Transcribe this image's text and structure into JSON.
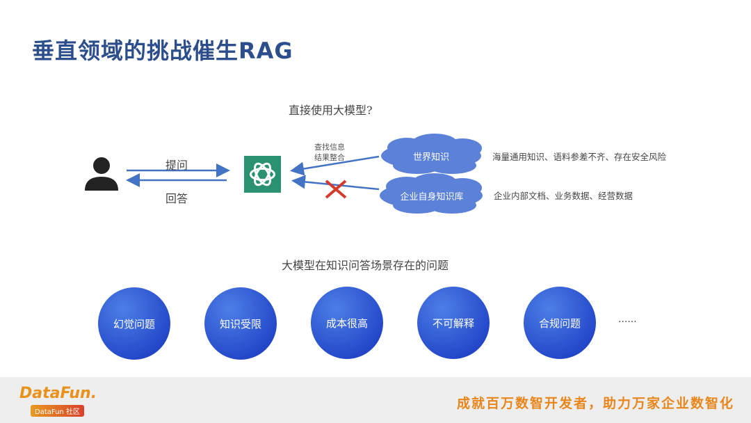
{
  "title": "垂直领域的挑战催生RAG",
  "diagram": {
    "question": "直接使用大模型?",
    "ask": "提问",
    "answer": "回答",
    "search_note": [
      "查找信息",
      "结果整合"
    ],
    "cloud_world": "世界知识",
    "cloud_enterprise": "企业自身知识库",
    "note_world": "海量通用知识、语料参差不齐、存在安全风险",
    "note_enterprise": "企业内部文档、业务数据、经营数据",
    "colors": {
      "arrow": "#4472c4",
      "cloud": "#5b82d8",
      "llm": "#2a9173",
      "cross": "#d63a2a"
    }
  },
  "problems": {
    "heading": "大模型在知识问答场景存在的问题",
    "items": [
      "幻觉问题",
      "知识受限",
      "成本很高",
      "不可解释",
      "合规问题"
    ],
    "more": "......"
  },
  "footer": {
    "logo": "DataFun.",
    "logo_badge": "DataFun 社区",
    "slogan": "成就百万数智开发者，助力万家企业数智化"
  }
}
